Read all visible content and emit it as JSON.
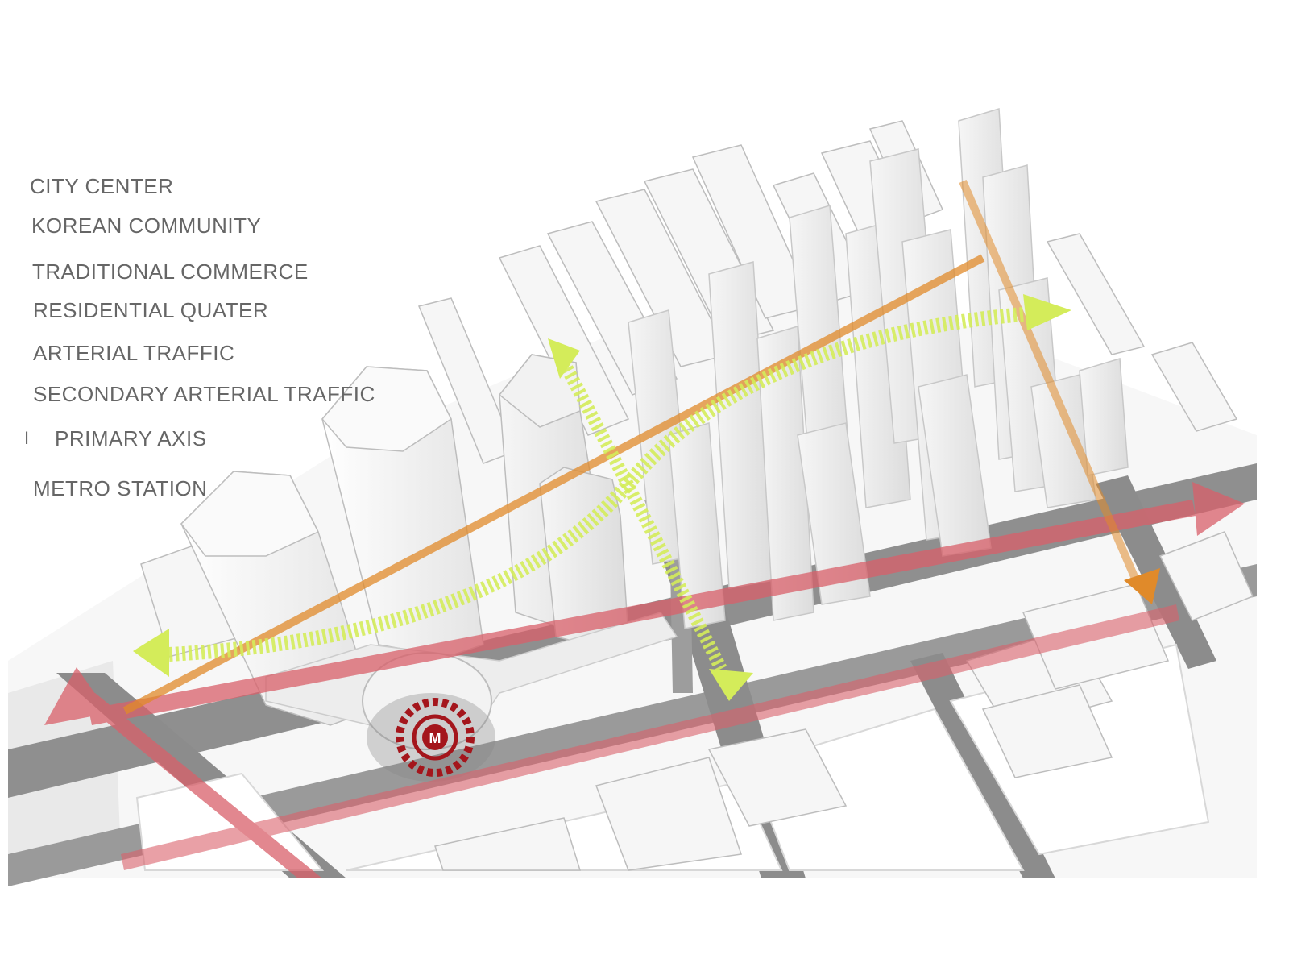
{
  "legend": {
    "city_center": "CITY CENTER",
    "korean_community": "KOREAN COMMUNITY",
    "traditional_commerce": "TRADITIONAL COMMERCE",
    "residential_quarter": "RESIDENTIAL QUATER",
    "arterial_traffic": "ARTERIAL TRAFFIC",
    "secondary_arterial_traffic": "SECONDARY ARTERIAL TRAFFIC",
    "primary_axis_marker": "I",
    "primary_axis": "PRIMARY AXIS",
    "metro_station": "METRO STATION"
  },
  "metro": {
    "symbol": "M"
  },
  "colors": {
    "arterial_traffic": "#d9606a",
    "secondary_arterial_traffic": "#e08a2a",
    "primary_axis": "#d4ec5a",
    "metro_station": "#a4161c",
    "road": "#8c8c8c",
    "building": "#f4f4f4",
    "building_edge": "#cfcfcf"
  }
}
